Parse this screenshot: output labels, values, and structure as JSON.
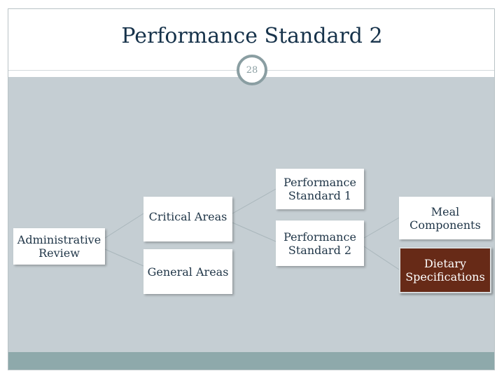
{
  "slide": {
    "title": "Performance Standard 2",
    "page_number": "28"
  },
  "diagram": {
    "nodes": {
      "administrative_review": "Administrative Review",
      "critical_areas": "Critical Areas",
      "general_areas": "General Areas",
      "performance_standard_1": "Performance Standard 1",
      "performance_standard_2": "Performance Standard 2",
      "meal_components": "Meal Components",
      "dietary_specifications": "Dietary Specifications"
    },
    "edges": [
      [
        "administrative_review",
        "critical_areas"
      ],
      [
        "administrative_review",
        "general_areas"
      ],
      [
        "critical_areas",
        "performance_standard_1"
      ],
      [
        "critical_areas",
        "performance_standard_2"
      ],
      [
        "performance_standard_2",
        "meal_components"
      ],
      [
        "performance_standard_2",
        "dietary_specifications"
      ]
    ],
    "highlighted_node": "dietary_specifications"
  },
  "colors": {
    "title": "#16324a",
    "panel": "#c5ced3",
    "bottom_bar": "#8ea9ab",
    "highlight_fill": "#672a17",
    "connector": "#a9b6bb"
  }
}
